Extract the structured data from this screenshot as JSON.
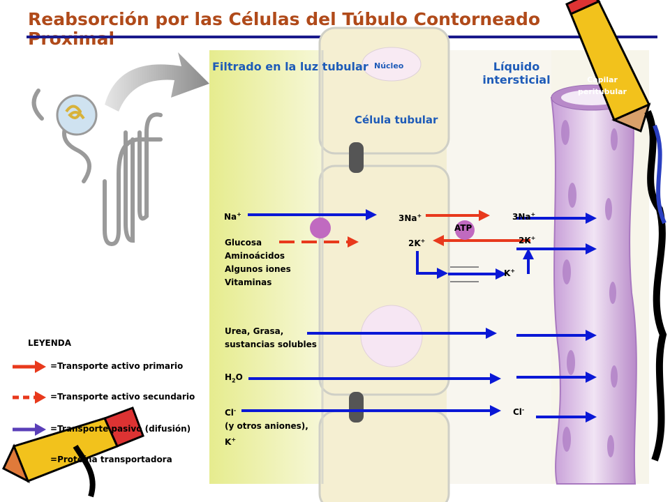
{
  "title": "Reabsorción por las Células del Túbulo Contorneado Proximal",
  "regions": {
    "lumen": "Filtrado en la luz tubular",
    "nucleus": "Núcleo",
    "cell": "Célula tubular",
    "interstitial": "Líquido intersticial",
    "capillary": "Capilar peritubular"
  },
  "ions": {
    "na": "Na",
    "three_na_left": "3Na",
    "three_na_right": "3Na",
    "atp": "ATP",
    "two_k_left": "2K",
    "two_k_right": "2K",
    "k": "K",
    "cl_right": "Cl",
    "h2o_h": "H",
    "h2o_sub": "2",
    "h2o_o": "O",
    "plus": "+",
    "minus": "-"
  },
  "substances": {
    "cotransport": [
      "Glucosa",
      "Aminoácidos",
      "Algunos iones",
      "Vitaminas"
    ],
    "urea": [
      "Urea, Grasa,",
      "sustancias solubles"
    ],
    "chloride": [
      "Cl",
      "(y otros aniones),",
      "K"
    ]
  },
  "legend": {
    "title": "LEYENDA",
    "items": [
      {
        "label": "Transporte activo primario",
        "color": "#e8391c"
      },
      {
        "label": "Transporte activo secundario",
        "color": "#e8391c"
      },
      {
        "label": "Transporte pasivo (difusión)",
        "color": "#5a3fb8"
      },
      {
        "label": "Proteína transportadora",
        "color": "#c06ac0"
      }
    ]
  },
  "colors": {
    "title": "#b04a1a",
    "title_rule": "#1a1a8c",
    "passive_arrow": "#0a18d6",
    "active_arrow": "#e8391c",
    "region_label": "#1e5bb8",
    "capillary": "#c7a6d6",
    "lumen": "#eef2a8",
    "cell": "#f4f0d8"
  }
}
